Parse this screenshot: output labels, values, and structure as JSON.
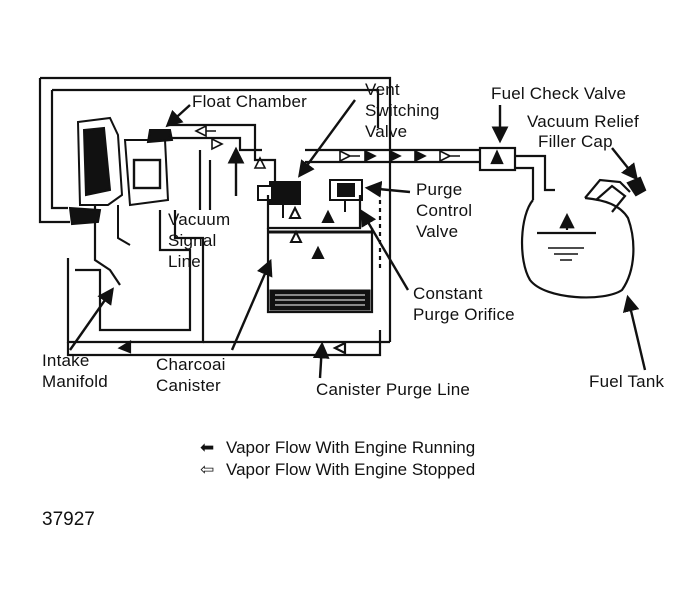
{
  "labels": {
    "float_chamber": "Float Chamber",
    "vent_switching_valve": [
      "Vent",
      "Switching",
      "Valve"
    ],
    "fuel_check_valve": "Fuel Check Valve",
    "vacuum_relief_filler_cap": [
      "Vacuum Relief",
      "Filler Cap"
    ],
    "purge_control_valve": [
      "Purge",
      "Control",
      "Valve"
    ],
    "vacuum_signal_line": [
      "Vacuum",
      "Signal",
      "Line"
    ],
    "constant_purge_orifice": [
      "Constant",
      "Purge Orifice"
    ],
    "intake_manifold": [
      "Intake",
      "Manifold"
    ],
    "charcoal_canister": [
      "Charcoai",
      "Canister"
    ],
    "canister_purge_line": "Canister Purge Line",
    "fuel_tank": "Fuel Tank"
  },
  "legend": {
    "running_symbol": "⬅",
    "running_text": "Vapor Flow With Engine Running",
    "stopped_symbol": "⇦",
    "stopped_text": "Vapor Flow With Engine Stopped"
  },
  "figure_number": "37927",
  "colors": {
    "ink": "#111111",
    "background": "#ffffff"
  }
}
